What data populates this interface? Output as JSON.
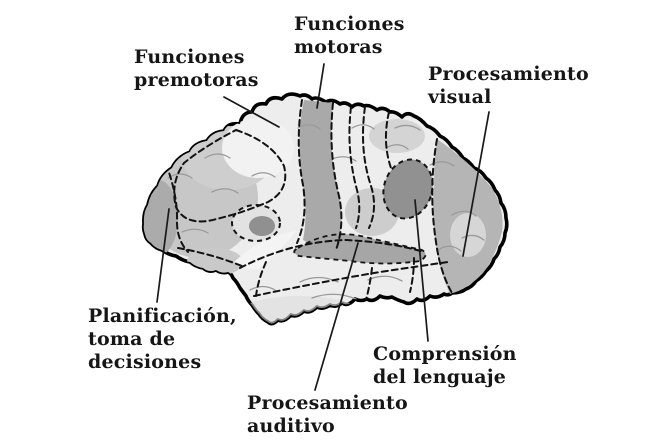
{
  "diagram": {
    "type": "labeled-brain-lateral-view",
    "language": "es",
    "labels": [
      {
        "id": "funciones-premotoras",
        "text": "Funciones\npremotoras"
      },
      {
        "id": "funciones-motoras",
        "text": "Funciones\nmotoras"
      },
      {
        "id": "procesamiento-visual",
        "text": "Procesamiento\nvisual"
      },
      {
        "id": "planificacion",
        "text": "Planificación,\ntoma de\ndecisiones"
      },
      {
        "id": "procesamiento-auditivo",
        "text": "Procesamiento\nauditivo"
      },
      {
        "id": "comprension-lenguaje",
        "text": "Comprensión\ndel lenguaje"
      }
    ],
    "colors": {
      "background": "#ffffff",
      "text": "#161616",
      "outline": "#000000",
      "leader_line": "#1a1a1a",
      "brain_base": "#ededed",
      "shade_light": "#f3f3f3",
      "shade_medium": "#c7c7c7",
      "shade_dark": "#a6a6a6",
      "shade_darkest": "#909090"
    }
  }
}
